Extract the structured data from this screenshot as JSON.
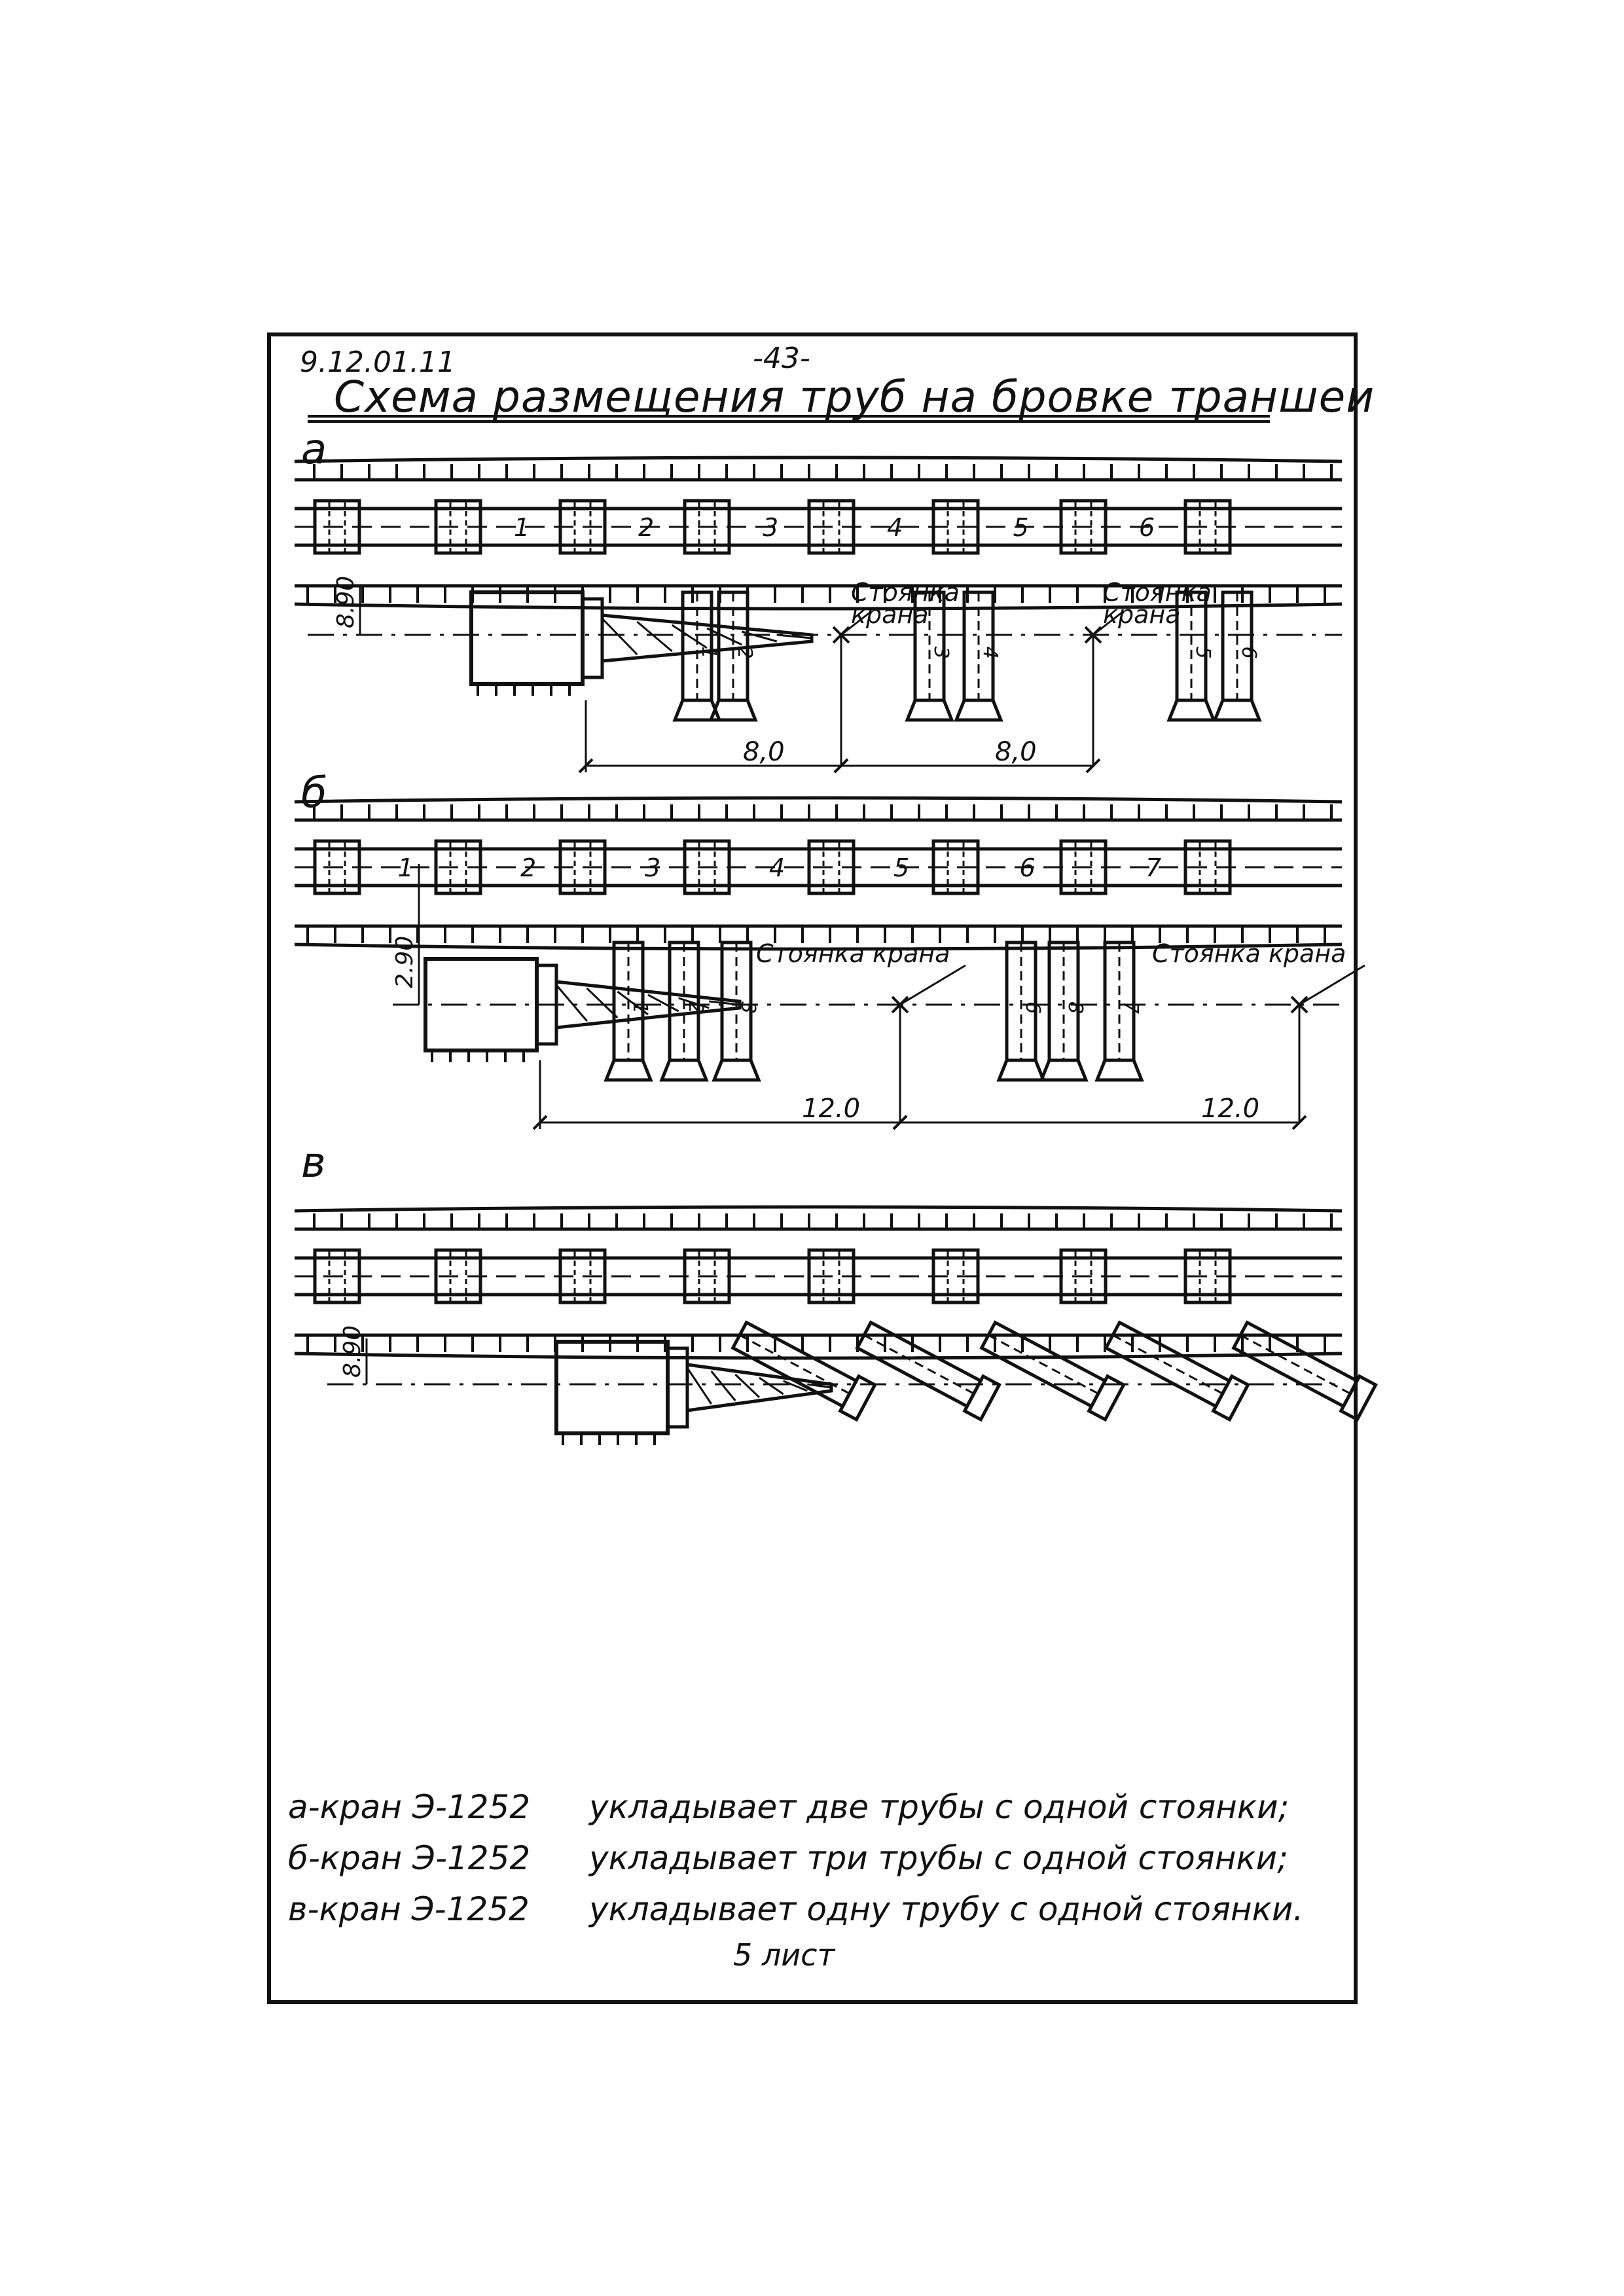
{
  "header": {
    "doc_code": "9.12.01.11",
    "page_number": "-43-",
    "title": "Схема размещения труб на бровке траншеи"
  },
  "sections": [
    {
      "letter": "а",
      "pipe_numbers": [
        "1",
        "2",
        "3",
        "4",
        "5",
        "6"
      ],
      "offset_label": "8.90",
      "stand_label": "Стоянка крана",
      "laid_pipe_labels": [
        "1",
        "2",
        "3",
        "4",
        "5",
        "6"
      ],
      "spacing_labels": [
        "8,0",
        "8,0"
      ]
    },
    {
      "letter": "б",
      "pipe_numbers": [
        "1",
        "2",
        "3",
        "4",
        "5",
        "6",
        "7"
      ],
      "offset_label": "2.90",
      "stand_label": "Стоянка крана",
      "laid_pipe_labels": [
        "1",
        "2",
        "3",
        "6",
        "8",
        "7"
      ],
      "spacing_labels": [
        "12.0",
        "12.0"
      ]
    },
    {
      "letter": "в",
      "offset_label": "8.90"
    }
  ],
  "legend": [
    {
      "label": "а-кран Э-1252",
      "text": "укладывает две трубы с одной стоянки;"
    },
    {
      "label": "б-кран Э-1252",
      "text": "укладывает три трубы с одной стоянки;"
    },
    {
      "label": "в-кран Э-1252",
      "text": "укладывает одну трубу с одной стоянки."
    }
  ],
  "footer": {
    "sheet_label": "5 лист"
  }
}
